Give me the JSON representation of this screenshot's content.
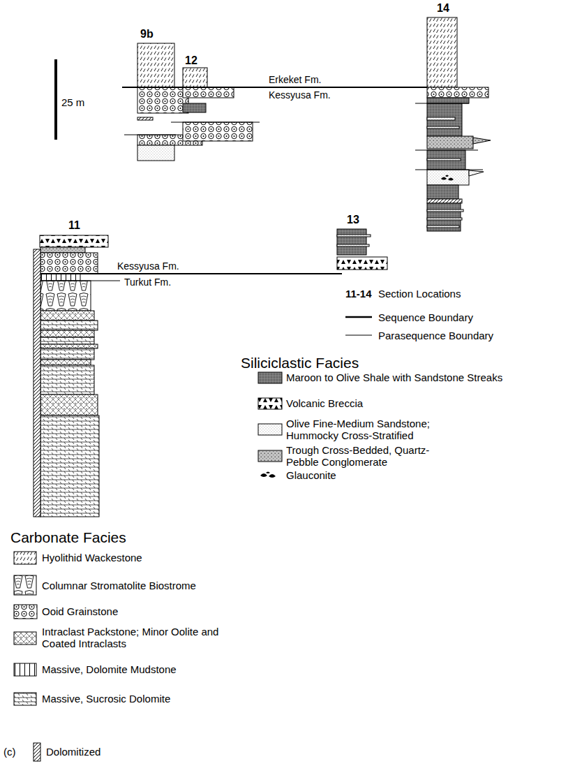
{
  "diagram": {
    "nodes": [
      {
        "text": [
          "9b"
        ]
      },
      {
        "text": [
          "12"
        ]
      },
      {
        "text": [
          "14"
        ]
      },
      {
        "text": [
          "13"
        ]
      },
      {
        "text": [
          "11"
        ]
      }
    ],
    "labels": [
      "25 m",
      "Erkeket Fm.",
      "Kessyusa Fm.",
      "Kessyusa Fm.",
      "Turkut Fm.",
      "11-14",
      "Section Locations",
      "Siliciclastic Facies",
      "Carbonate Facies",
      "(c)"
    ],
    "legend": [
      {
        "text": "Sequence Boundary"
      },
      {
        "text": "Parasequence Boundary"
      },
      {
        "text": "Maroon to Olive Shale with Sandstone Streaks"
      },
      {
        "text": "Volcanic Breccia"
      },
      {
        "text": "Olive Fine-Medium Sandstone; Hummocky Cross-Stratified"
      },
      {
        "text": "Trough Cross-Bedded, Quartz-Pebble Conglomerate"
      },
      {
        "text": "Glauconite"
      },
      {
        "text": "Hyolithid Wackestone"
      },
      {
        "text": "Columnar Stromatolite Biostrome"
      },
      {
        "text": "Ooid Grainstone"
      },
      {
        "text": "Intraclast Packstone; Minor Oolite and Coated Intraclasts"
      },
      {
        "text": "Massive, Dolomite Mudstone"
      },
      {
        "text": "Massive, Sucrosic Dolomite"
      },
      {
        "text": "Dolomitized"
      }
    ]
  }
}
